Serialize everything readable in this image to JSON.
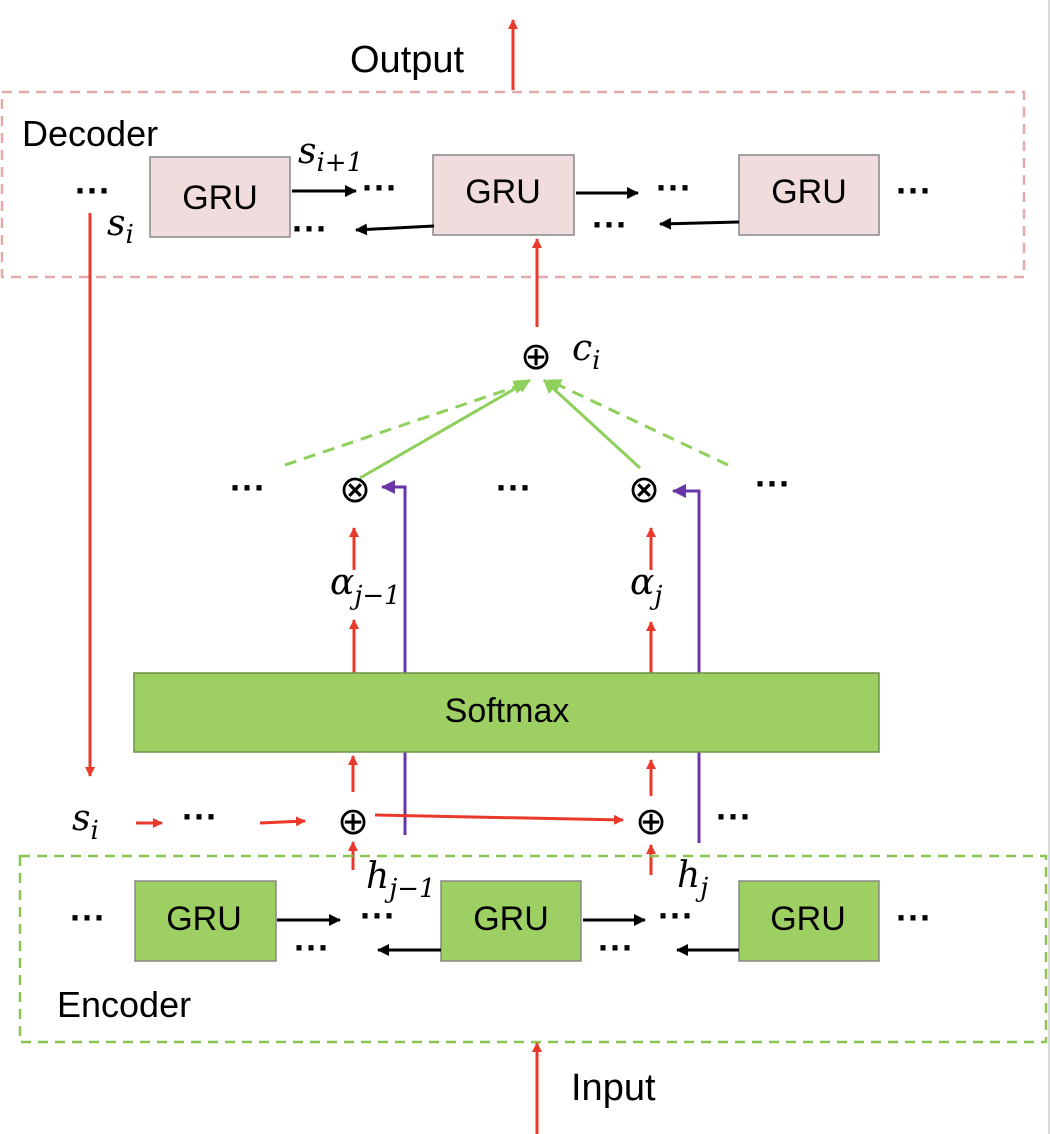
{
  "labels": {
    "output": "Output",
    "input": "Input",
    "decoder": "Decoder",
    "encoder": "Encoder",
    "softmax": "Softmax",
    "gru": "GRU",
    "ellipsis": "···",
    "oplus": "⊕",
    "otimes": "⊗"
  },
  "math": {
    "s_i_base": "s",
    "s_i_sub": "i",
    "s_ip1_base": "s",
    "s_ip1_sub": "i+1",
    "c_i_base": "c",
    "c_i_sub": "i",
    "alpha_jm1_base": "α",
    "alpha_jm1_sub": "j−1",
    "alpha_j_base": "α",
    "alpha_j_sub": "j",
    "h_jm1_base": "h",
    "h_jm1_sub": "j−1",
    "h_j_base": "h",
    "h_j_sub": "j"
  },
  "colors": {
    "red": "#e8392b",
    "green_arrow": "#8fcf5c",
    "purple": "#6a35a8",
    "decoder_fill": "#f0dcdc",
    "decoder_border": "#e2aaaa",
    "encoder_fill": "#9dcf63",
    "encoder_border": "#8cc451",
    "softmax_fill": "#9dcf63"
  }
}
